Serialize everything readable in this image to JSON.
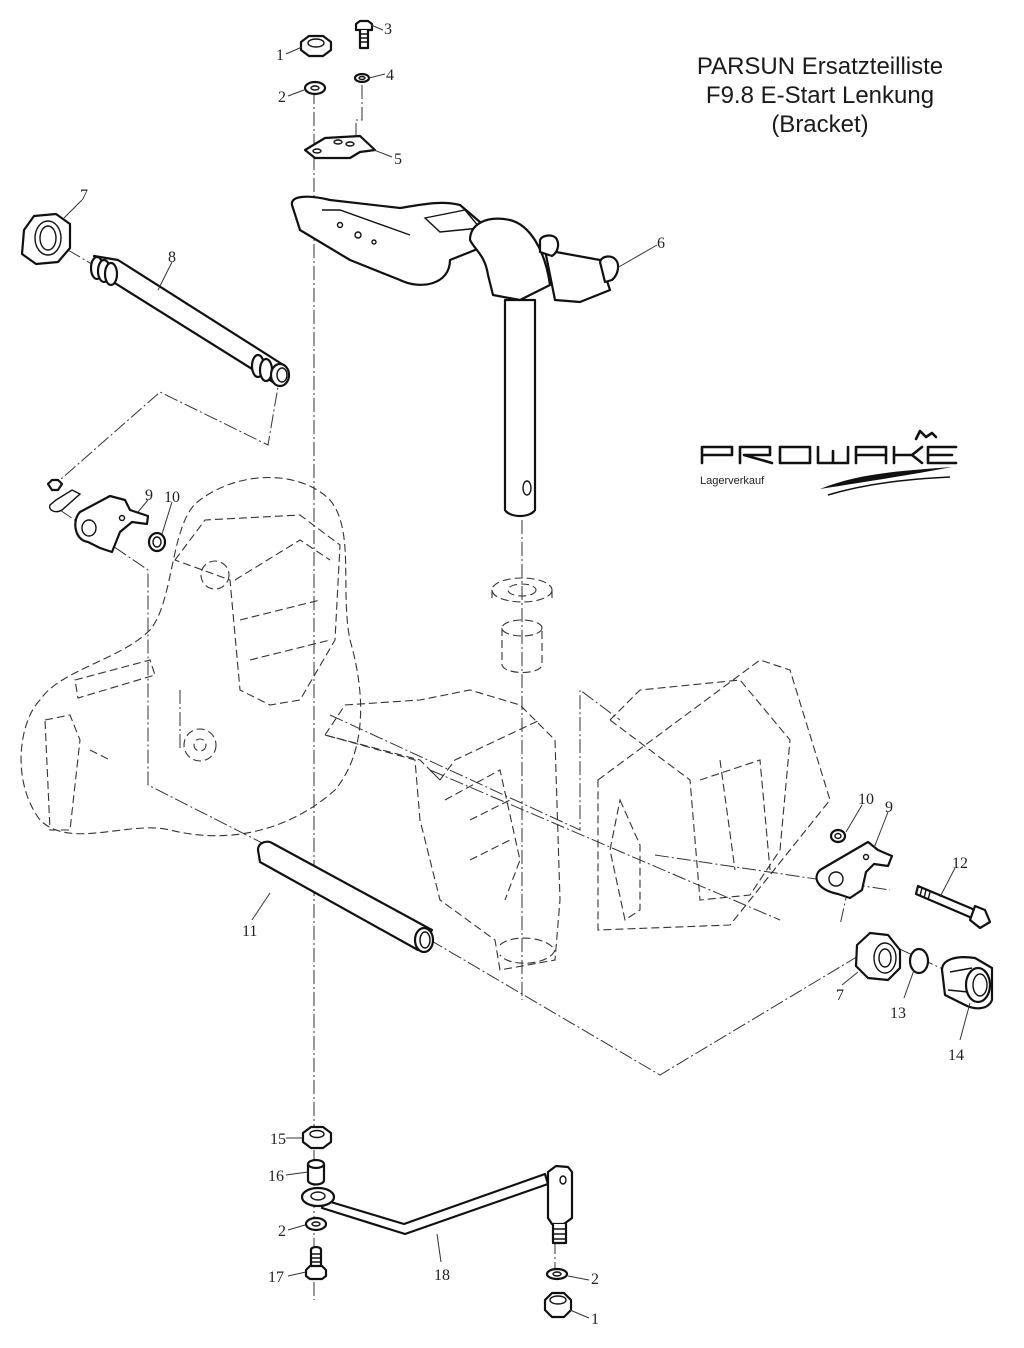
{
  "header": {
    "title_lines": [
      "PARSUN Ersatzteilliste",
      "F9.8 E-Start Lenkung",
      "(Bracket)"
    ]
  },
  "logo": {
    "brand": "PROWAKE",
    "subtitle": "Lagerverkauf"
  },
  "callouts": [
    {
      "id": "c1a",
      "number": "1"
    },
    {
      "id": "c2a",
      "number": "2"
    },
    {
      "id": "c3",
      "number": "3"
    },
    {
      "id": "c4",
      "number": "4"
    },
    {
      "id": "c5",
      "number": "5"
    },
    {
      "id": "c6",
      "number": "6"
    },
    {
      "id": "c7a",
      "number": "7"
    },
    {
      "id": "c8",
      "number": "8"
    },
    {
      "id": "c9a",
      "number": "9"
    },
    {
      "id": "c10a",
      "number": "10"
    },
    {
      "id": "c10b",
      "number": "10"
    },
    {
      "id": "c9b",
      "number": "9"
    },
    {
      "id": "c12",
      "number": "12"
    },
    {
      "id": "c11",
      "number": "11"
    },
    {
      "id": "c7b",
      "number": "7"
    },
    {
      "id": "c13",
      "number": "13"
    },
    {
      "id": "c14",
      "number": "14"
    },
    {
      "id": "c15",
      "number": "15"
    },
    {
      "id": "c16",
      "number": "16"
    },
    {
      "id": "c2b",
      "number": "2"
    },
    {
      "id": "c17",
      "number": "17"
    },
    {
      "id": "c18",
      "number": "18"
    },
    {
      "id": "c2c",
      "number": "2"
    },
    {
      "id": "c1b",
      "number": "1"
    }
  ]
}
